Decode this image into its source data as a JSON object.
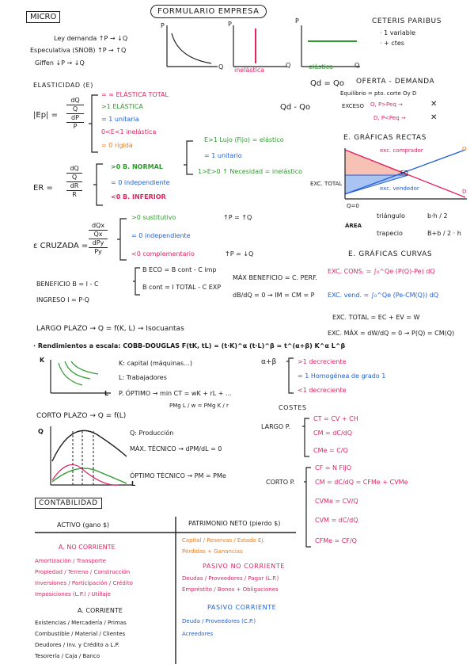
{
  "header": {
    "title": "MICRO",
    "banner": "FORMULARIO EMPRESA",
    "ceteris": "CETERIS PARIBUS",
    "ceteris_items": [
      "· 1 variable",
      "· + ctes"
    ]
  },
  "laws": [
    "Ley demanda ↑P → ↓Q",
    "Especulativa (SNOB) ↑P → ↑Q",
    "Giffen ↓P → ↓Q"
  ],
  "graphs": {
    "axis_p": "P",
    "axis_q": "Q",
    "inelastic": "inelástica",
    "elastic": "elástica"
  },
  "elasticity": {
    "title": "ELASTICIDAD (E)",
    "ep_symbol": "|Ep| =",
    "ep_frac": {
      "num_top": "dQ",
      "num_bottom": "Q",
      "den_top": "dP",
      "den_bottom": "P"
    },
    "ep_cases": [
      {
        "text": "= ∞ ELÁSTICA TOTAL",
        "color": "red"
      },
      {
        "text": ">1 ELÁSTICA",
        "color": "green"
      },
      {
        "text": "= 1 unitaria",
        "color": "blue"
      },
      {
        "text": "0<E<1 inelástica",
        "color": "red"
      },
      {
        "text": "= 0 rígida",
        "color": "orange"
      }
    ],
    "er_symbol": "ER =",
    "er_frac": {
      "num_top": "dQ",
      "num_bottom": "Q",
      "den_top": "dR",
      "den_bottom": "R"
    },
    "er_cases": [
      {
        "text": ">0 B. NORMAL",
        "color": "green"
      },
      {
        "text": "= 0 independiente",
        "color": "blue"
      },
      {
        "text": "<0 B. INFERIOR",
        "color": "red"
      }
    ],
    "er_sub": [
      {
        "text": "E>1 Lujo (Fijo) = elástico",
        "color": "green"
      },
      {
        "text": "= 1 unitario",
        "color": "blue"
      },
      {
        "text": "1>E>0 ↑ Necesidad = inelástico",
        "color": "green"
      }
    ],
    "cross_symbol": "ε CRUZADA =",
    "cross_frac": {
      "num_top": "dQx",
      "num_bottom": "Qx",
      "den_top": "dPy",
      "den_bottom": "Py"
    },
    "cross_cases": [
      {
        "text": ">0 sustitutivo",
        "color": "green",
        "note": "↑P = ↑Q"
      },
      {
        "text": "= 0 independiente",
        "color": "blue",
        "note": ""
      },
      {
        "text": "<0 complementario",
        "color": "red",
        "note": "↑P = ↓Q"
      }
    ]
  },
  "supply_demand": {
    "title": "OFERTA - DEMANDA",
    "eq": "Qd = Qo",
    "eq_note": "Equilibrio = pto. corte Oy D",
    "diff": "Qd - Qo",
    "excess": "EXCESO",
    "ex1": "O, P>Peq →",
    "ex2": "D, P<Peq →"
  },
  "straight": {
    "title": "E. GRÁFICAS RECTAS",
    "exc_comprador": "exc. comprador",
    "exc_vendedor": "exc. vendedor",
    "exc_total": "EXC. TOTAL",
    "eq_label": "EQ",
    "o_label": "O",
    "d_label": "D",
    "q0": "Q=0",
    "area": "ÁREA",
    "triangulo": "triángulo",
    "tri_formula": "b·h / 2",
    "trapecio": "trapecio",
    "trap_formula": "B+b / 2 · h"
  },
  "curves": {
    "title": "E. GRÁFICAS CURVAS",
    "exc_cons": "EXC. CONS. = ∫₀^Qe (P(Q)-Pe) dQ",
    "exc_vend": "EXC. vend. = ∫₀^Qe (Pe-CM(Q)) dQ",
    "exc_total": "EXC. TOTAL = EC + EV = W",
    "exc_max": "EXC. MÁX = dW/dQ = 0 → P(Q) = CM(Q)"
  },
  "profit": {
    "beneficio": "BENEFICIO B = I - C",
    "ingreso": "INGRESO I = P·Q",
    "b_eco": "B ECO = B cont - C imp",
    "b_cont": "B cont = I TOTAL - C EXP",
    "max": "MÁX BENEFICIO = C. PERF.",
    "deriv": "dB/dQ = 0 → IM = CM = P"
  },
  "long_run": {
    "title": "LARGO PLAZO → Q = f(K, L) → Isocuantas",
    "rend": "· Rendimientos a escala: COBB-DOUGLAS F(tK, tL) = (t·K)^α (t·L)^β = t^(α+β) K^α L^β",
    "k_label": "K: capital (máquinas...)",
    "l_label": "L: Trabajadores",
    "optimo": "P. ÓPTIMO → min CT = wK + rL + ...",
    "optimo2": "PMg L / w = PMg K / r",
    "akb": "α+β",
    "r1": ">1 decreciente",
    "r2": "= 1 Homogénea de grado 1",
    "r3": "<1 decreciente",
    "axis_k": "K",
    "axis_l": "L"
  },
  "short_run": {
    "title": "CORTO PLAZO → Q = f(L)",
    "q_prod": "Q: Producción",
    "max_tec": "MÁX. TÉCNICO → dPM/dL = 0",
    "opt_tec": "ÓPTIMO TÉCNICO → PM = PMe",
    "axis_q": "Q",
    "axis_l": "L"
  },
  "costs": {
    "title": "COSTES",
    "largo": "LARGO P.",
    "l_ct": "CT = CV + CH",
    "l_cm": "CM = dC/dQ",
    "l_cme": "CMe = C/Q",
    "corto": "CORTO P.",
    "c_cf": "CF = N FIJO",
    "c_cm": "CM = dC/dQ = CFMe + CVMe",
    "c_cvme": "CVMe = CV/Q",
    "c_cvm": "CVM = dC/dQ",
    "c_cfme": "CFMe = CF/Q"
  },
  "accounting": {
    "title": "CONTABILIDAD",
    "activo": "ACTIVO (gano $)",
    "patrimonio": "PATRIMONIO NETO (pierdo $)",
    "a_no_corr": "A. NO CORRIENTE",
    "a_no_corr_items": [
      "Amortización / Transporte",
      "Propiedad / Terreno / Construcción",
      "Inversiones / Participación / Crédito",
      "Imposiciones (L.P.) / Utillaje"
    ],
    "a_corr": "A. CORRIENTE",
    "a_corr_items": [
      "Existencias / Mercadería / Primas",
      "Combustible / Material / Clientes",
      "Deudores / Inv. y Crédito a L.P.",
      "Tesorería / Caja / Banco"
    ],
    "pn_items": [
      "Capital / Reservas / Estado Ej.",
      "Pérdidas + Ganancias"
    ],
    "p_no_corr": "PASIVO NO CORRIENTE",
    "p_no_corr_items": [
      "Deudas / Proveedores / Pagar (L.P.)",
      "Empréstito / Bonos + Obligaciones"
    ],
    "p_corr": "PASIVO CORRIENTE",
    "p_corr_items": [
      "Deuda / Proveedores (C.P.)",
      "Acreedores"
    ]
  }
}
